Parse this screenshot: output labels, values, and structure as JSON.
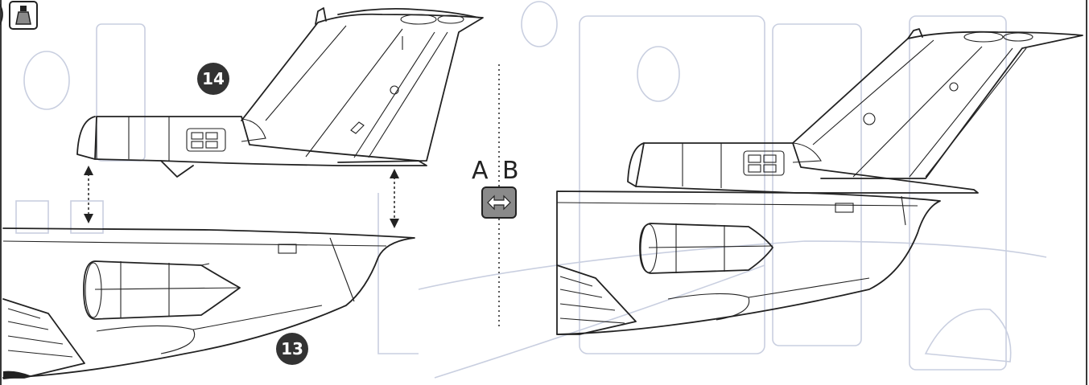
{
  "steps": {
    "tail_part": "14",
    "fuselage_part": "13"
  },
  "view_toggle": {
    "label_a": "A",
    "label_b": "B"
  },
  "icons": {
    "paint_icon": "paint-bottle-icon",
    "swap_icon": "double-arrow-swap-icon"
  },
  "colors": {
    "line": "#222222",
    "badge_fill": "#333333",
    "swap_fill": "#8a8a8a",
    "ghost": "#c9cfe0"
  }
}
